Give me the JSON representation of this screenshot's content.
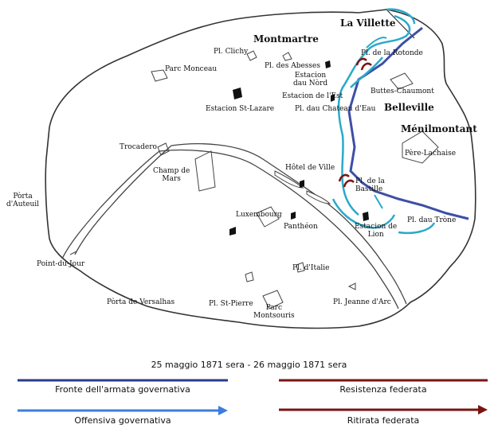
{
  "title": "25 maggio 1871 sera - 26 maggio 1871 sera",
  "colors": {
    "front_gov": "#2b3a8c",
    "offensive_gov": "#3b7de0",
    "resistance_fed": "#7a1414",
    "retreat_fed": "#7a1414",
    "river": "#2aa9c9",
    "outline": "#333333"
  },
  "places": {
    "la_villette": "La Villette",
    "montmartre": "Montmartre",
    "pl_clichy": "Pl. Clichy",
    "pl_abesses": "Pl. des Abesses",
    "parc_monceau": "Parc Monceau",
    "estacion_nord": "Estacion\ndau Nòrd",
    "estacion_est": "Estacion de l'Est",
    "estacion_st_lazare": "Estacion St-Lazare",
    "pl_chateau_eau": "Pl. dau Chateau d'Eau",
    "pl_rotonde": "Pl. de la Rotonde",
    "buttes_chaumont": "Buttes-Chaumont",
    "belleville": "Belleville",
    "menilmontant": "Ménilmontant",
    "pere_lachaise": "Père-Lachaise",
    "trocadero": "Trocadero",
    "champ_de_mars": "Champ de\nMars",
    "hotel_de_ville": "Hôtel de Ville",
    "pl_bastille": "Pl. de la\nBastille",
    "porta_auteuil": "Pòrta\nd'Auteuil",
    "luxembourg": "Luxembourg",
    "pantheon": "Panthéon",
    "estacion_lion": "Estacion de\nLion",
    "pl_trone": "Pl. dau Tròne",
    "point_du_jour": "Point-du-Jour",
    "pl_italie": "Pl. d'Italie",
    "porta_versalhas": "Pòrta de Versalhas",
    "pl_st_pierre": "Pl. St-Pierre",
    "parc_montsouris": "Parc\nMontsouris",
    "pl_jeanne_arc": "Pl. Jeanne d'Arc"
  },
  "legend": {
    "front_gov": "Fronte dell'armata governativa",
    "resistance_fed": "Resistenza federata",
    "offensive_gov": "Offensiva governativa",
    "retreat_fed": "Ritirata federata"
  }
}
